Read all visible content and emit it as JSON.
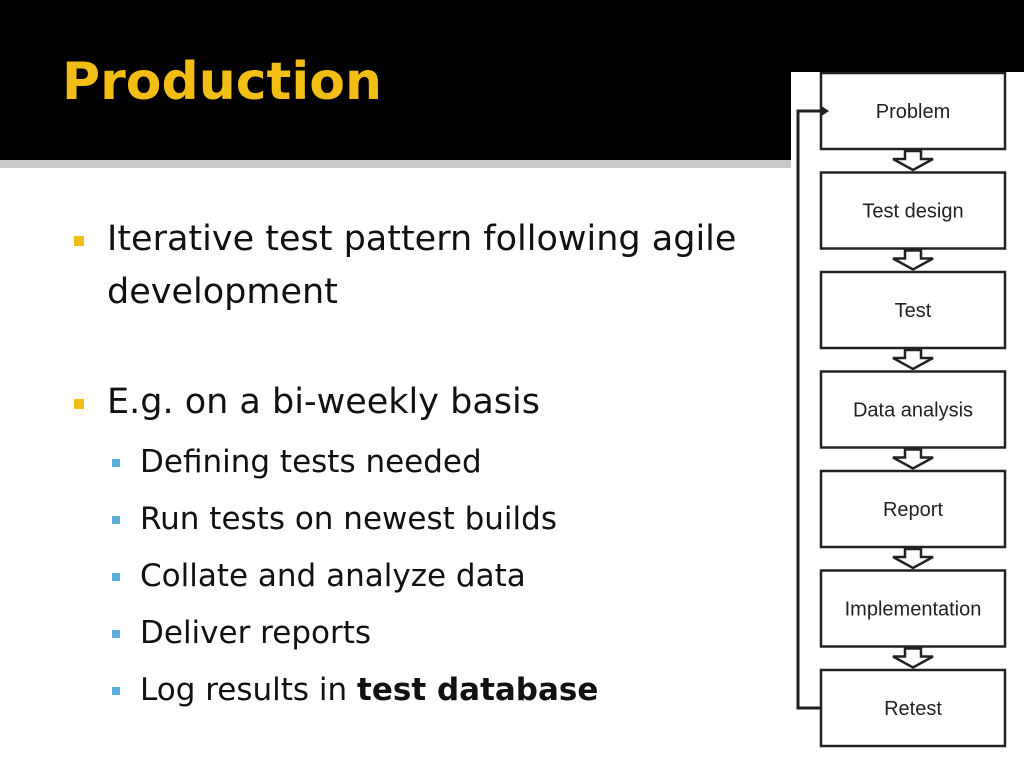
{
  "slide": {
    "title": "Production",
    "bullets": [
      {
        "text": "Iterative test pattern following agile development",
        "subs": []
      },
      {
        "text": "E.g. on a  bi-weekly basis",
        "subs": [
          {
            "text": "Defining tests needed"
          },
          {
            "text": "Run tests on newest builds"
          },
          {
            "text": "Collate and analyze data"
          },
          {
            "text": "Deliver reports"
          },
          {
            "text": "Log results in ",
            "bold": "test database"
          }
        ]
      }
    ]
  },
  "flowchart": {
    "steps": [
      "Problem",
      "Test design",
      "Test",
      "Data analysis",
      "Report",
      "Implementation",
      "Retest"
    ]
  },
  "colors": {
    "title": "#f2bd14",
    "bullet_level1": "#f2bd14",
    "bullet_level2": "#5aaed7",
    "background_top": "#000000",
    "background_body": "#ffffff"
  }
}
